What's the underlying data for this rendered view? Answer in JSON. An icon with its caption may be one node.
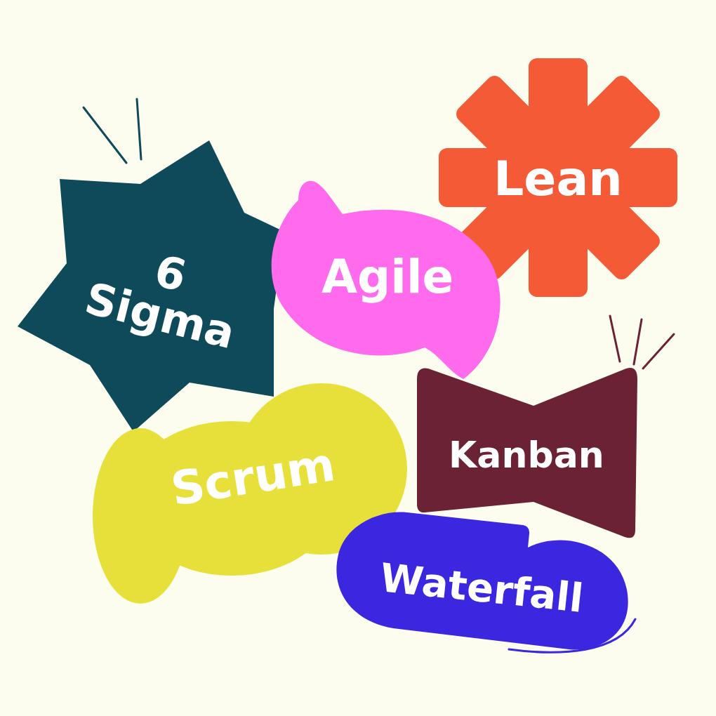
{
  "diagram": {
    "nodes": [
      {
        "text": [
          "Lean"
        ]
      },
      {
        "text": [
          "6 Sigma"
        ]
      },
      {
        "text": [
          "Agile"
        ]
      },
      {
        "text": [
          "Kanban"
        ]
      },
      {
        "text": [
          "Scrum"
        ]
      },
      {
        "text": [
          "Waterfall"
        ]
      }
    ]
  }
}
